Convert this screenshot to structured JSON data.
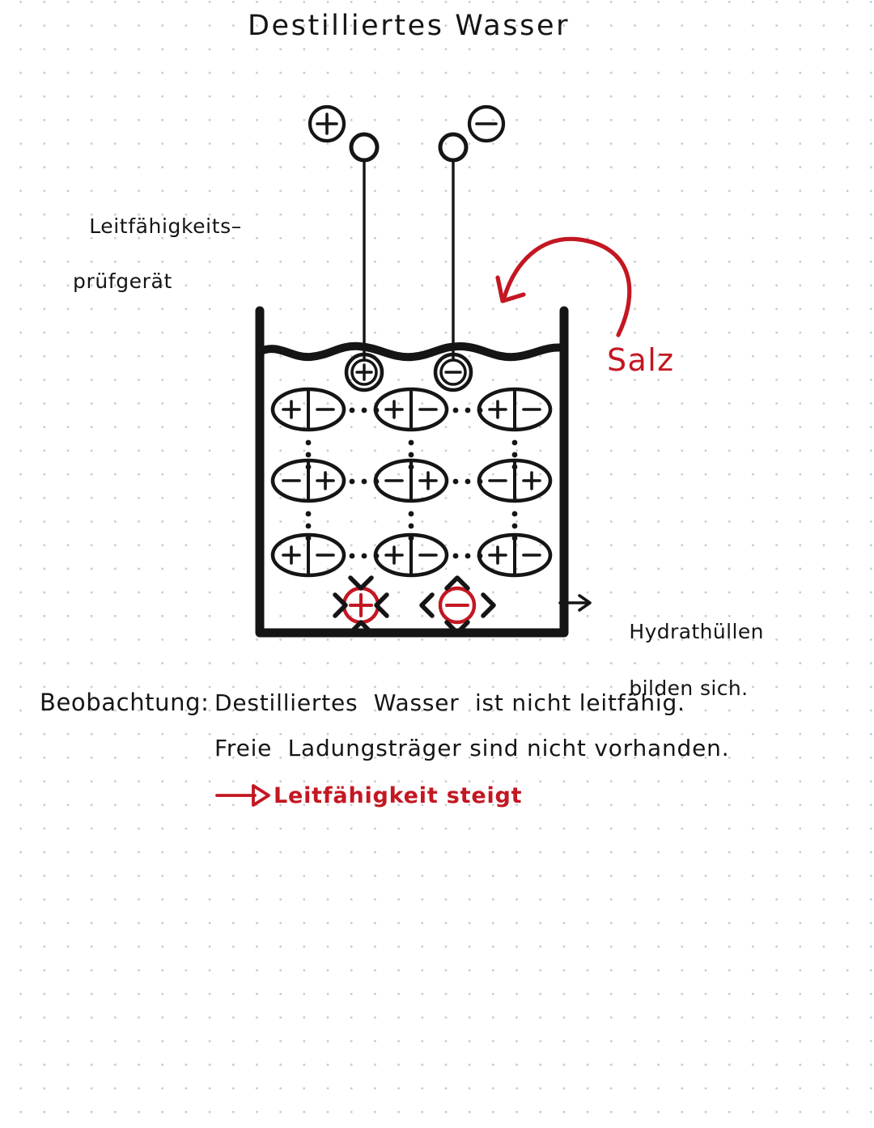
{
  "title": "Destilliertes Wasser",
  "labels": {
    "tester_line1": "Leitfähigkeits–",
    "tester_line2": "prüfgerät",
    "salt": "Salz",
    "hydration_line1": "Hydrathüllen",
    "hydration_line2": "bilden sich."
  },
  "observation": {
    "heading": "Beobachtung:",
    "line1": "Destilliertes  Wasser  ist nicht leitfähig.",
    "line2": "Freie  Ladungsträger sind nicht vorhanden.",
    "conclusion": "Leitfähigkeit steigt"
  },
  "electrodes": {
    "positive_terminal": "+",
    "negative_terminal": "−",
    "positive_tip": "+",
    "negative_tip": "−"
  },
  "lattice": {
    "rows": [
      {
        "pairs": [
          {
            "left": "+",
            "right": "−"
          },
          {
            "left": "+",
            "right": "−"
          },
          {
            "left": "+",
            "right": "−"
          }
        ]
      },
      {
        "pairs": [
          {
            "left": "−",
            "right": "+"
          },
          {
            "left": "−",
            "right": "+"
          },
          {
            "left": "−",
            "right": "+"
          }
        ]
      },
      {
        "pairs": [
          {
            "left": "+",
            "right": "−"
          },
          {
            "left": "+",
            "right": "−"
          },
          {
            "left": "+",
            "right": "−"
          }
        ]
      }
    ]
  },
  "free_ions": [
    {
      "charge": "+",
      "arrows": "inward"
    },
    {
      "charge": "−",
      "arrows": "outward"
    }
  ],
  "colors": {
    "ink": "#151515",
    "accent_red": "#c31722",
    "grid_dot": "#c9c9cf",
    "paper": "#ffffff"
  }
}
